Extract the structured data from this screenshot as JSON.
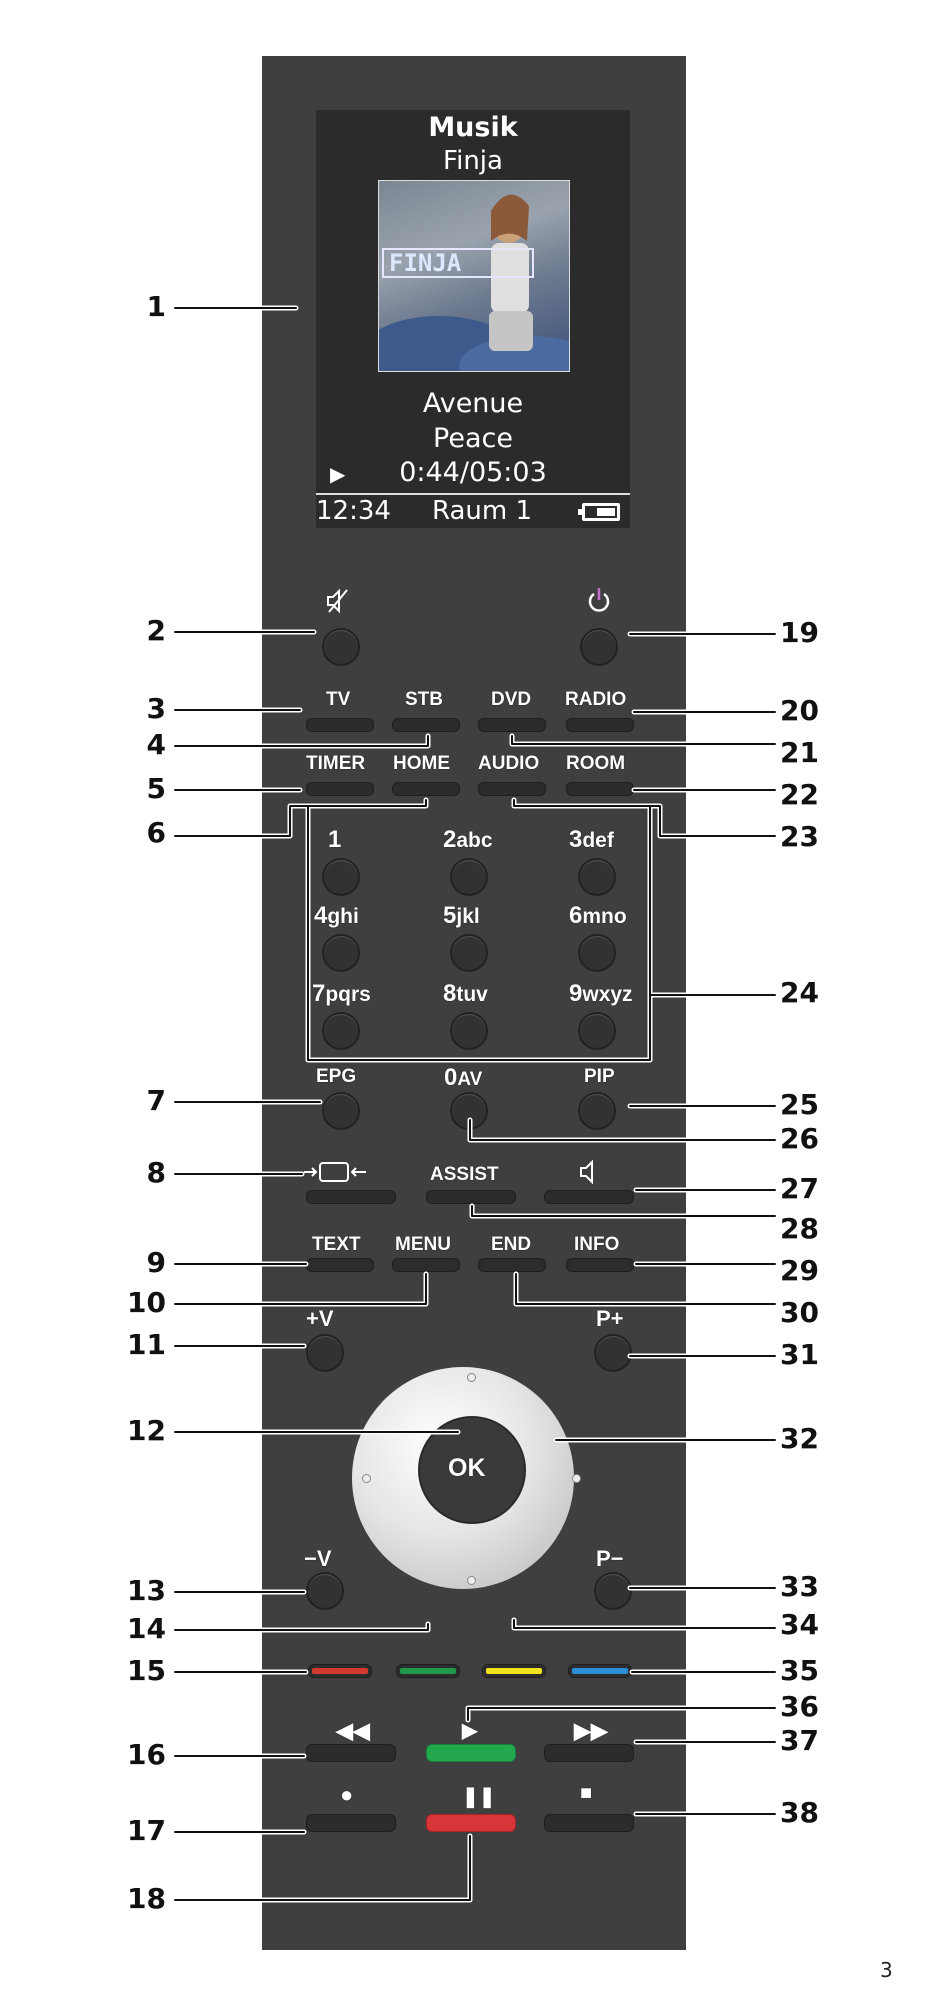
{
  "screen": {
    "title": "Musik",
    "artist": "Finja",
    "track": "Avenue",
    "album": "Peace",
    "play_symbol": "▶",
    "time": "0:44/05:03",
    "clock": "12:34",
    "room": "Raum 1",
    "battery_level": 0.65,
    "cover_text": "FINJA"
  },
  "buttons": {
    "mute_icon": "mute-icon",
    "power_icon": "power-icon",
    "tv": "TV",
    "stb": "STB",
    "dvd": "DVD",
    "radio": "RADIO",
    "timer": "TIMER",
    "home": "HOME",
    "audio": "AUDIO",
    "room": "ROOM",
    "k1": "1",
    "k2": "2",
    "k2s": "abc",
    "k3": "3",
    "k3s": "def",
    "k4": "4",
    "k4s": "ghi",
    "k5": "5",
    "k5s": "jkl",
    "k6": "6",
    "k6s": "mno",
    "k7": "7",
    "k7s": "pqrs",
    "k8": "8",
    "k8s": "tuv",
    "k9": "9",
    "k9s": "wxyz",
    "epg": "EPG",
    "k0": "0",
    "k0s": "AV",
    "pip": "PIP",
    "assist": "ASSIST",
    "text": "TEXT",
    "menu": "MENU",
    "end": "END",
    "info": "INFO",
    "vol_up": "+V",
    "vol_down": "−V",
    "prog_up": "P+",
    "prog_down": "P−",
    "ok": "OK",
    "color_red": "#d23a2e",
    "color_green": "#1f9a4a",
    "color_yellow": "#f2e21d",
    "color_blue": "#2a8fd6",
    "play_color": "#23a84e",
    "pause_color": "#d8353b"
  },
  "callouts": [
    "1",
    "2",
    "3",
    "4",
    "5",
    "6",
    "7",
    "8",
    "9",
    "10",
    "11",
    "12",
    "13",
    "14",
    "15",
    "16",
    "17",
    "18",
    "19",
    "20",
    "21",
    "22",
    "23",
    "24",
    "25",
    "26",
    "27",
    "28",
    "29",
    "30",
    "31",
    "32",
    "33",
    "34",
    "35",
    "36",
    "37",
    "38"
  ],
  "page_number": "3"
}
